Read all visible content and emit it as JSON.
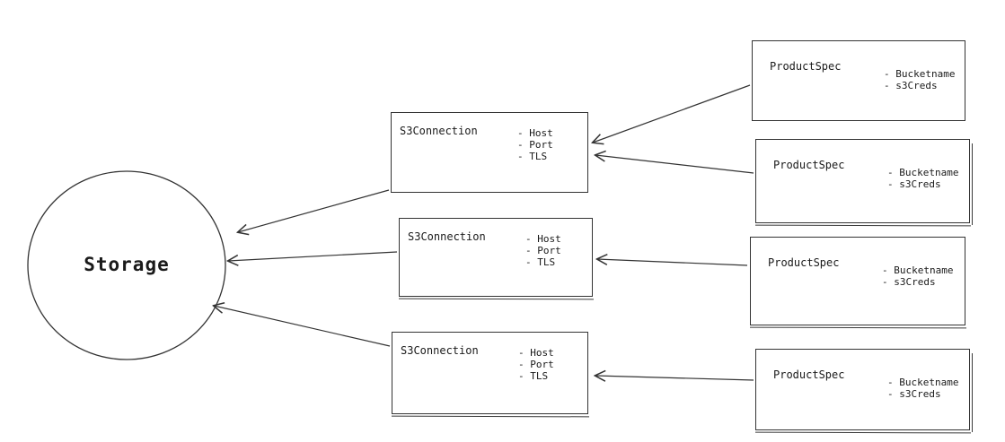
{
  "storage": {
    "label": "Storage"
  },
  "connections": [
    {
      "title": "S3Connection",
      "attrs": [
        "- Host",
        "- Port",
        "- TLS"
      ]
    },
    {
      "title": "S3Connection",
      "attrs": [
        "- Host",
        "- Port",
        "- TLS"
      ]
    },
    {
      "title": "S3Connection",
      "attrs": [
        "- Host",
        "- Port",
        "- TLS"
      ]
    }
  ],
  "products": [
    {
      "title": "ProductSpec",
      "attrs": [
        "- Bucketname",
        "- s3Creds"
      ]
    },
    {
      "title": "ProductSpec",
      "attrs": [
        "- Bucketname",
        "- s3Creds"
      ]
    },
    {
      "title": "ProductSpec",
      "attrs": [
        "- Bucketname",
        "- s3Creds"
      ]
    },
    {
      "title": "ProductSpec",
      "attrs": [
        "- Bucketname",
        "- s3Creds"
      ]
    }
  ],
  "colors": {
    "stroke": "#333333",
    "background": "#ffffff",
    "text": "#1a1a1a"
  }
}
